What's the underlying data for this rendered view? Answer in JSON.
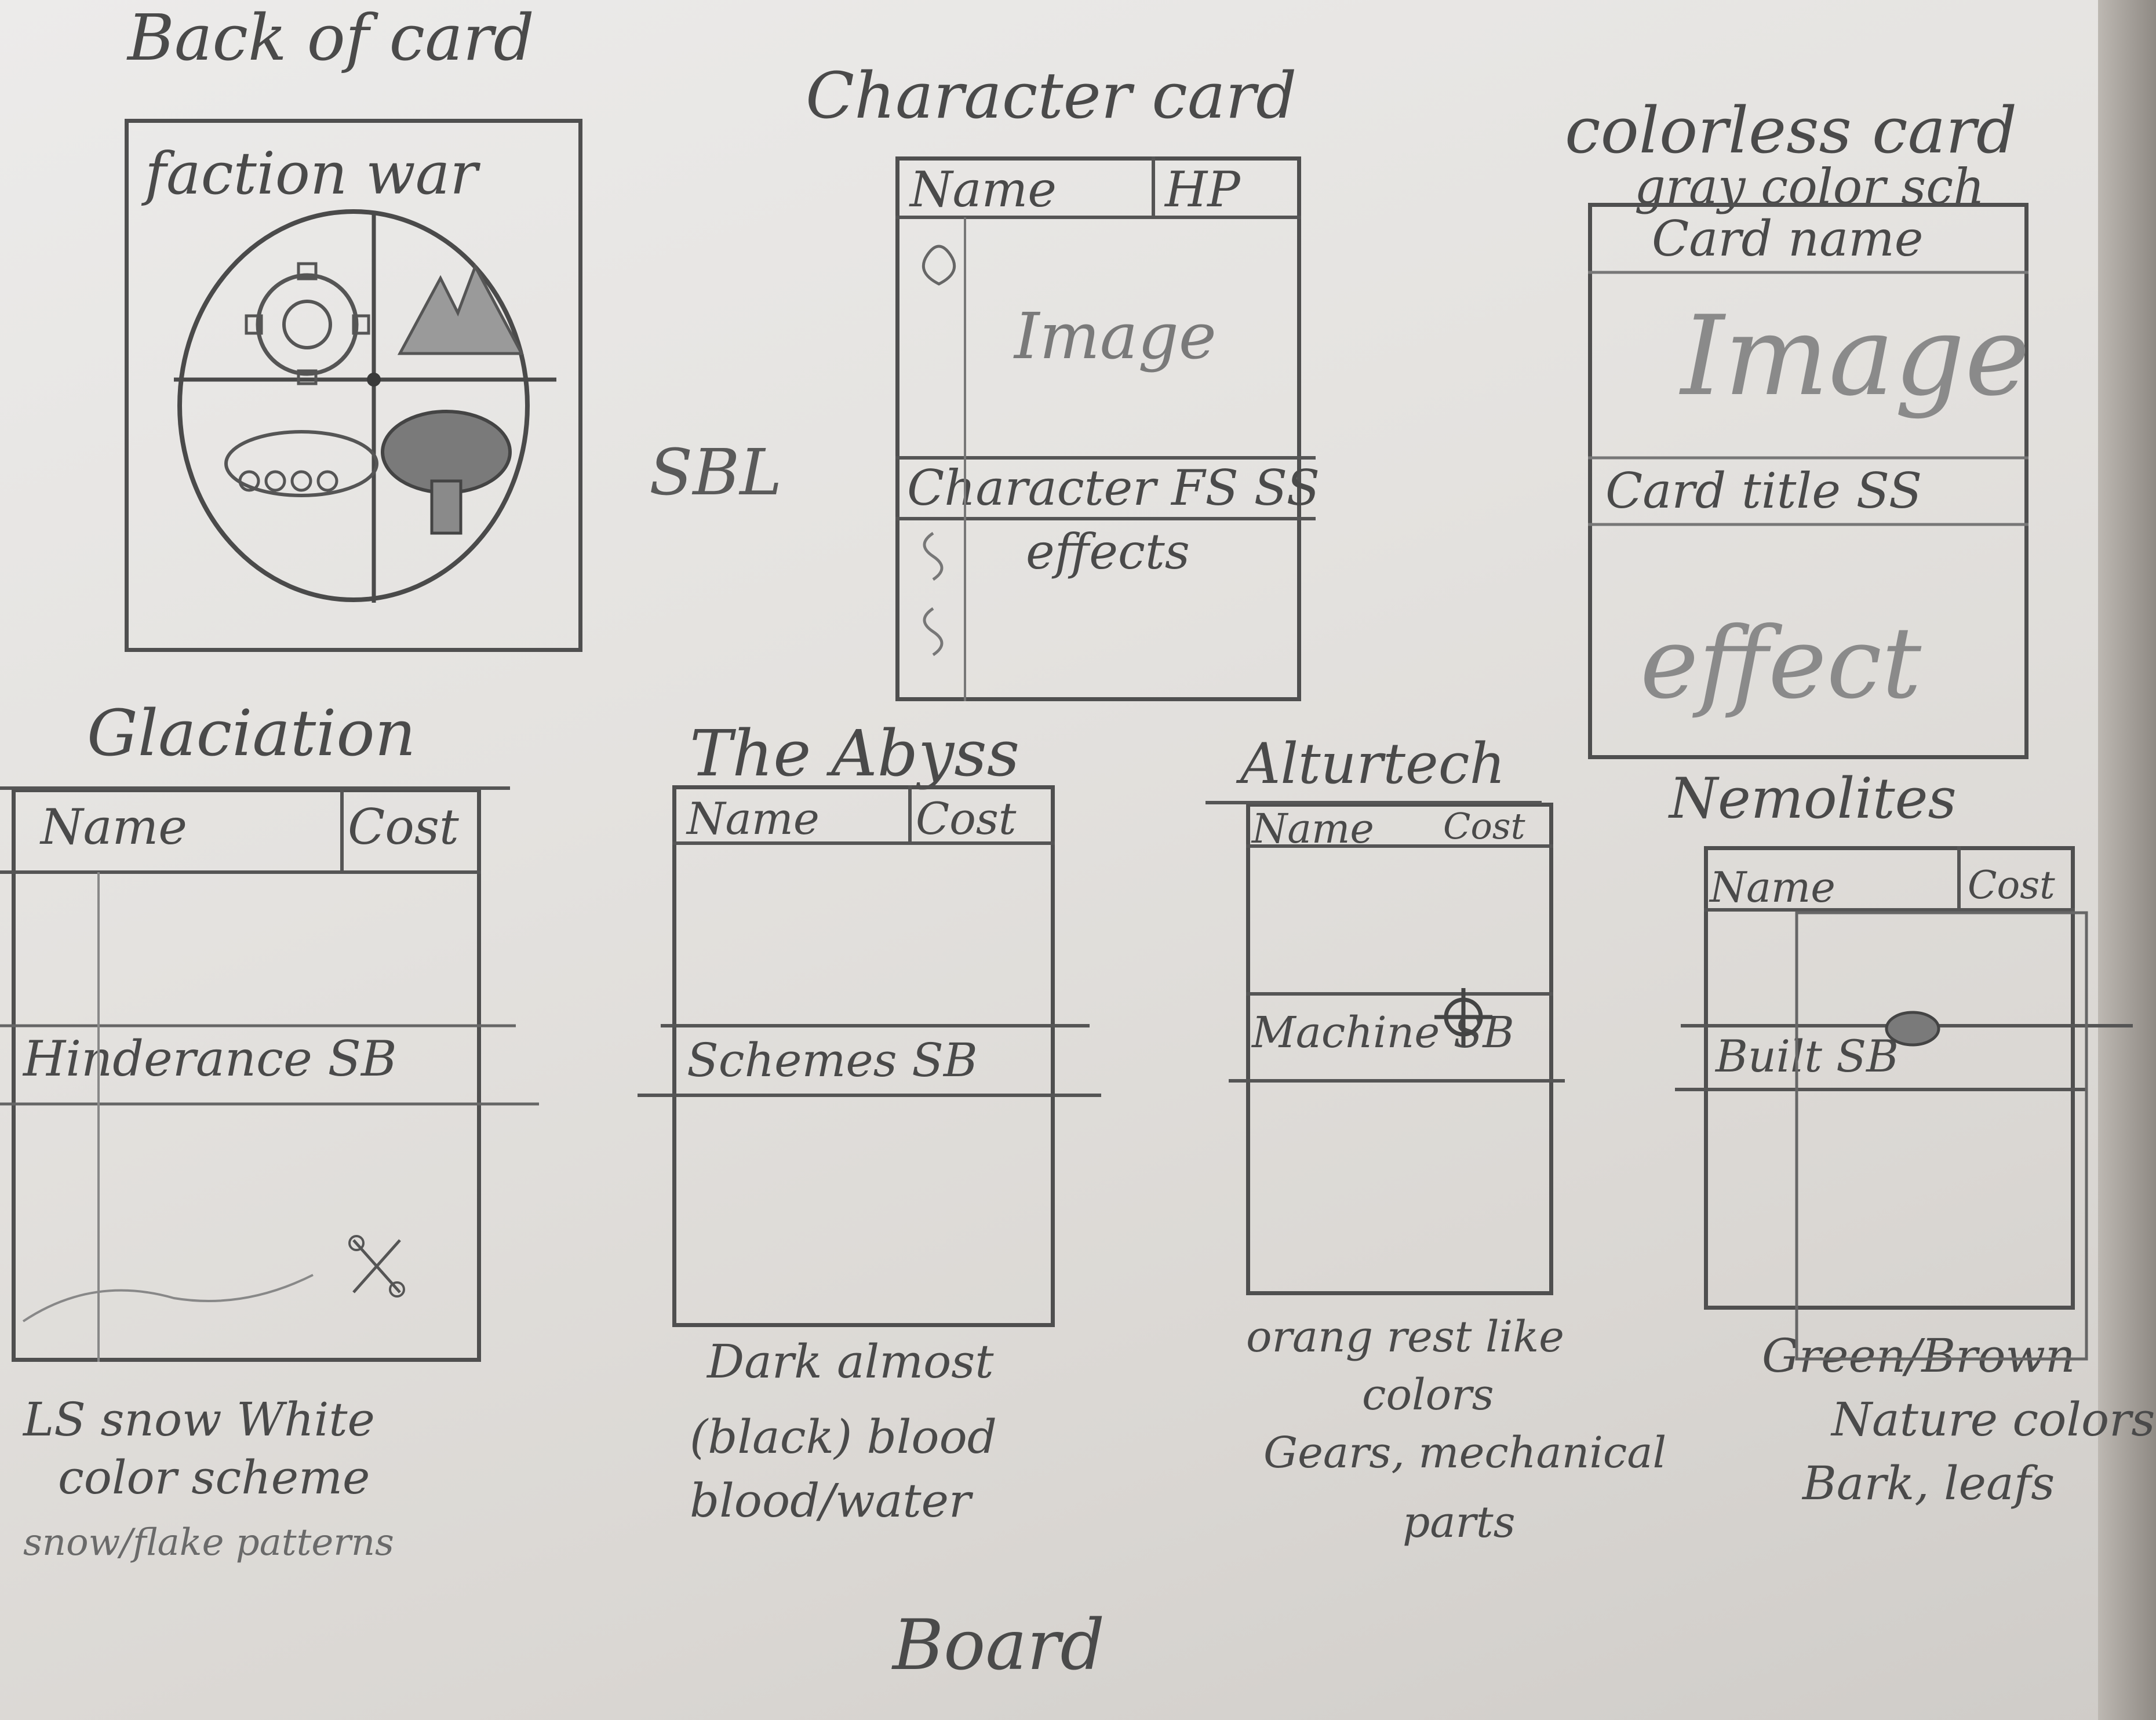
{
  "sheet": {
    "back_of_card": {
      "title": "Back of card",
      "banner": "faction war"
    },
    "character_card": {
      "title": "Character card",
      "name_label": "Name",
      "hp_label": "HP",
      "image_label": "Image",
      "type_line": "Character FS SS",
      "effects_label": "effects",
      "side_marker": "SBL"
    },
    "colorless_card": {
      "title": "colorless card",
      "subtitle": "gray color sch",
      "name_label": "Card name",
      "image_label": "Image",
      "type_line": "Card title SS",
      "effect_label": "effect"
    },
    "faction_cards": [
      {
        "title": "Glaciation",
        "name_label": "Name",
        "cost_label": "Cost",
        "type_line": "Hinderance SB",
        "notes": [
          "LS snow White",
          "color scheme",
          "snow/flake patterns"
        ]
      },
      {
        "title": "The Abyss",
        "name_label": "Name",
        "cost_label": "Cost",
        "type_line": "Schemes SB",
        "notes": [
          "Dark almost",
          "(black) blood",
          "blood/water"
        ]
      },
      {
        "title": "Alturtech",
        "name_label": "Name",
        "cost_label": "Cost",
        "type_line": "Machine SB",
        "notes": [
          "orang rest like",
          "colors",
          "Gears, mechanical",
          "parts"
        ]
      },
      {
        "title": "Nemolites",
        "name_label": "Name",
        "cost_label": "Cost",
        "type_line": "Built SB",
        "notes": [
          "Green/Brown",
          "Nature colors",
          "Bark, leafs"
        ]
      }
    ],
    "footer": "Board"
  }
}
